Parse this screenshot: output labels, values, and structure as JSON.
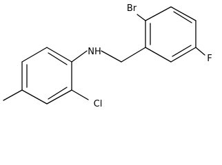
{
  "structure": {
    "atoms": [
      {
        "label": "Br"
      },
      {
        "label": "F"
      },
      {
        "label": "NH"
      },
      {
        "label": "Cl"
      }
    ]
  }
}
